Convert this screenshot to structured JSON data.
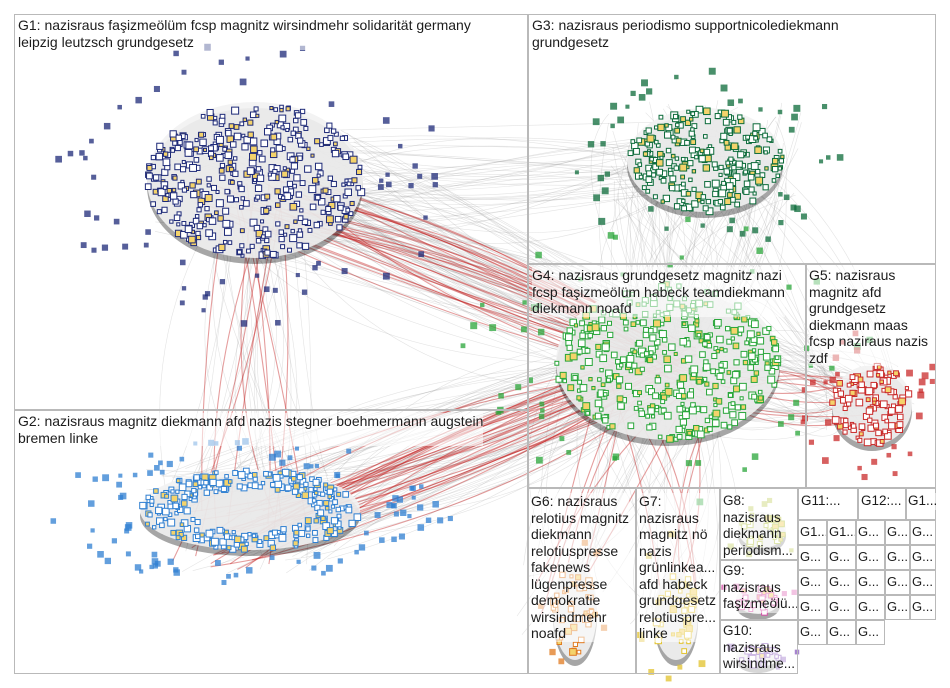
{
  "groups": [
    {
      "id": "g1",
      "label": "G1: nazisraus faşizmeölüm fcsp magnitz wirsindmehr solidarität germany\nleipzig leutzsch grundgesetz",
      "color": "#1e2a78"
    },
    {
      "id": "g2",
      "label": "G2: nazisraus magnitz diekmann afd nazis stegner boehmermann augstein\nbremen linke",
      "color": "#2f7fd1"
    },
    {
      "id": "g3",
      "label": "G3: nazisraus periodismo supportnicolediekmann\ngrundgesetz",
      "color": "#0c6b3a"
    },
    {
      "id": "g4",
      "label": "G4: nazisraus grundgesetz magnitz nazi\nfcsp faşizmeölüm habeck teamdiekmann\ndiekmann noafd",
      "color": "#29a63a"
    },
    {
      "id": "g5",
      "label": "G5: nazisraus\nmagnitz afd\ngrundgesetz\ndiekmann maas\nfcsp naziraus nazis\nzdf",
      "color": "#c92b2b"
    },
    {
      "id": "g6",
      "label": "G6: nazisraus\nrelotius magnitz\ndiekmann\nrelotiuspresse\nfakenews\nlügenpresse\ndemokratie\nwirsindmehr\nnoafd",
      "color": "#e07a1f"
    },
    {
      "id": "g7",
      "label": "G7:\nnazisraus\nmagnitz nö\nnazis\ngrünlinkea...\nafd habeck\ngrundgesetz\nrelotiuspre...\nlinke",
      "color": "#e2c22b"
    },
    {
      "id": "g8",
      "label": "G8:\nnazisraus\ndiekmann\nperiodism...",
      "color": "#b7c64a"
    },
    {
      "id": "g9",
      "label": "G9:\nnazisraus\nfaşizmeölü...",
      "color": "#d84fa8"
    },
    {
      "id": "g10",
      "label": "G10:\nnazisraus\nwirsindme...",
      "color": "#8a5bbf"
    },
    {
      "id": "g11",
      "label": "G11:...",
      "color": "#5a5a5a"
    },
    {
      "id": "g12",
      "label": "G12:...",
      "color": "#5a5a5a"
    },
    {
      "id": "g13",
      "label": "G1...",
      "color": "#5a5a5a"
    }
  ],
  "mini_labels": [
    "G1...",
    "G1...",
    "G...",
    "G...",
    "G...",
    "G...",
    "G...",
    "G...",
    "G...",
    "G...",
    "G...",
    "G...",
    "G...",
    "G...",
    "G...",
    "G...",
    "G...",
    "G...",
    "G...",
    "G...",
    "G...",
    "G...",
    "G..."
  ]
}
